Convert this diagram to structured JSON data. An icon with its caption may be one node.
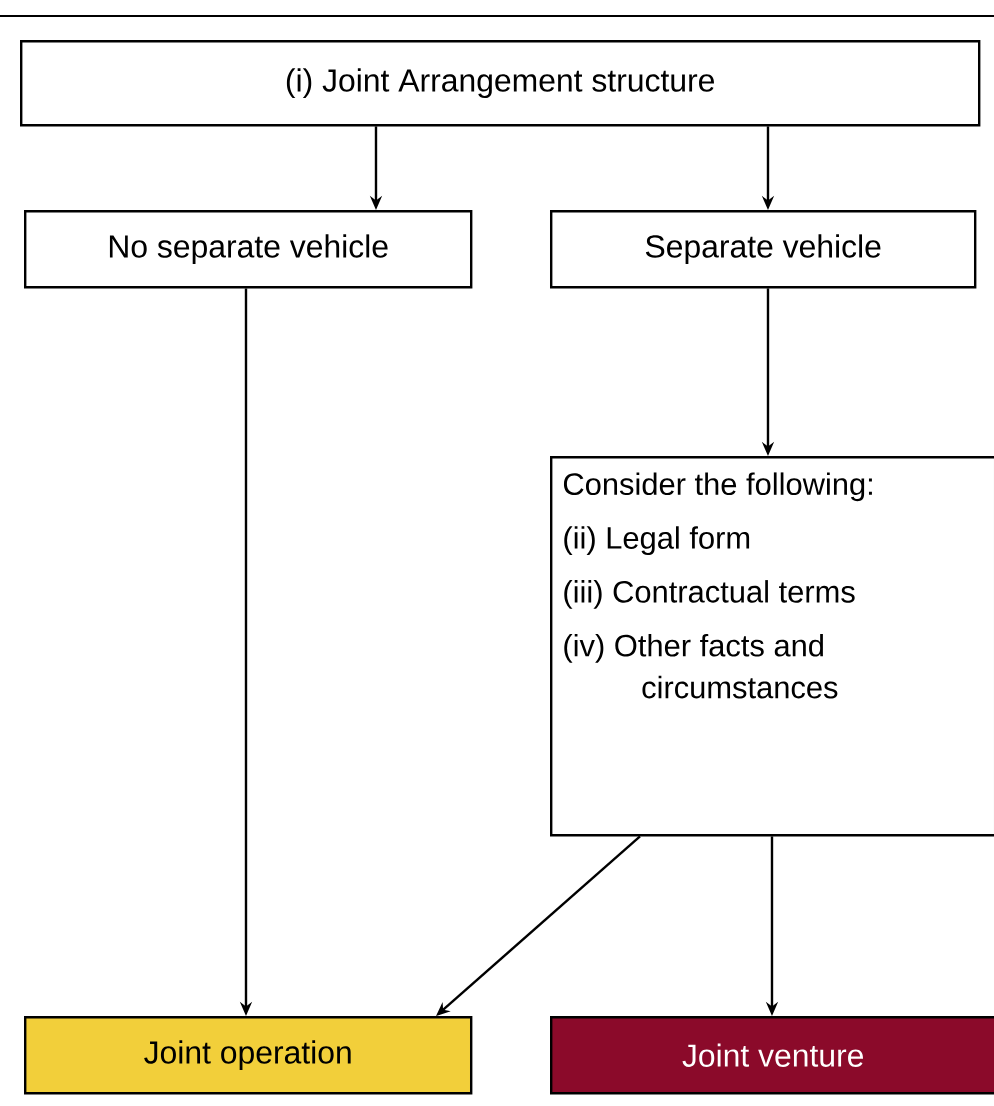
{
  "diagram": {
    "nodes": [
      {
        "text": [
          "(i) Joint Arrangement structure"
        ]
      },
      {
        "text": [
          "No separate vehicle"
        ]
      },
      {
        "text": [
          "Separate vehicle"
        ]
      },
      {
        "text": [
          "Consider the following:",
          "(ii)  Legal form",
          "(iii) Contractual terms",
          "(iv) Other facts and circumstances"
        ]
      },
      {
        "text": [
          "Joint operation"
        ]
      },
      {
        "text": [
          "Joint venture"
        ]
      }
    ],
    "edges": [
      {
        "from": 0,
        "to": 1,
        "arrow": "to"
      },
      {
        "from": 0,
        "to": 2,
        "arrow": "to"
      },
      {
        "from": 1,
        "to": 4,
        "arrow": "to"
      },
      {
        "from": 2,
        "to": 3,
        "arrow": "to"
      },
      {
        "from": 3,
        "to": 4,
        "arrow": "to"
      },
      {
        "from": 3,
        "to": 5,
        "arrow": "to"
      }
    ]
  }
}
